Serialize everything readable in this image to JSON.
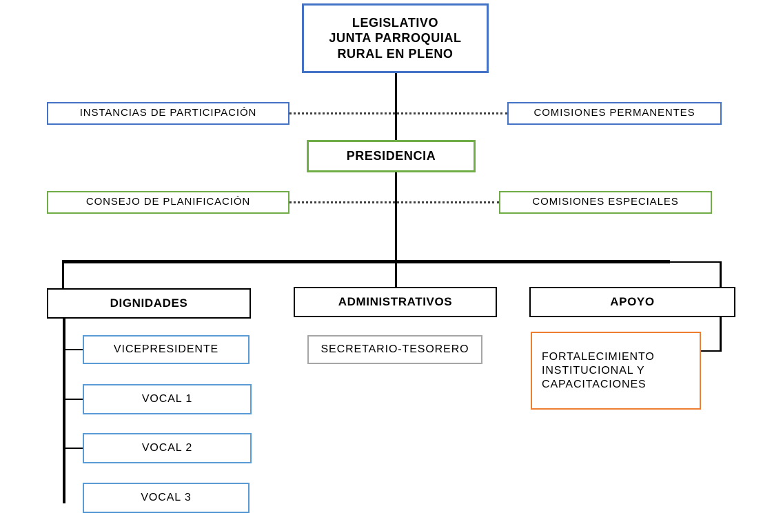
{
  "diagram": {
    "title": "Organigrama Junta Parroquial Rural",
    "colors": {
      "blue": "#4472C4",
      "light_blue": "#5B9BD5",
      "green": "#70AD47",
      "black": "#000000",
      "gray": "#A6A6A6",
      "orange": "#ED7D31"
    },
    "nodes": {
      "legislativo": "LEGISLATIVO\nJUNTA PARROQUIAL\nRURAL EN PLENO",
      "instancias_participacion": "INSTANCIAS  DE  PARTICIPACIÓN",
      "comisiones_permanentes": "COMISIONES  PERMANENTES",
      "presidencia": "PRESIDENCIA",
      "consejo_planificacion": "CONSEJO DE PLANIFICACIÓN",
      "comisiones_especiales": "COMISIONES  ESPECIALES",
      "dignidades": "DIGNIDADES",
      "administrativos": "ADMINISTRATIVOS",
      "apoyo": "APOYO",
      "vicepresidente": "VICEPRESIDENTE",
      "vocal_1": "VOCAL 1",
      "vocal_2": "VOCAL 2",
      "vocal_3": "VOCAL 3",
      "secretario_tesorero": "SECRETARIO-TESORERO",
      "fortalecimiento": "FORTALECIMIENTO\nINSTITUCIONAL   Y\nCAPACITACIONES"
    }
  }
}
